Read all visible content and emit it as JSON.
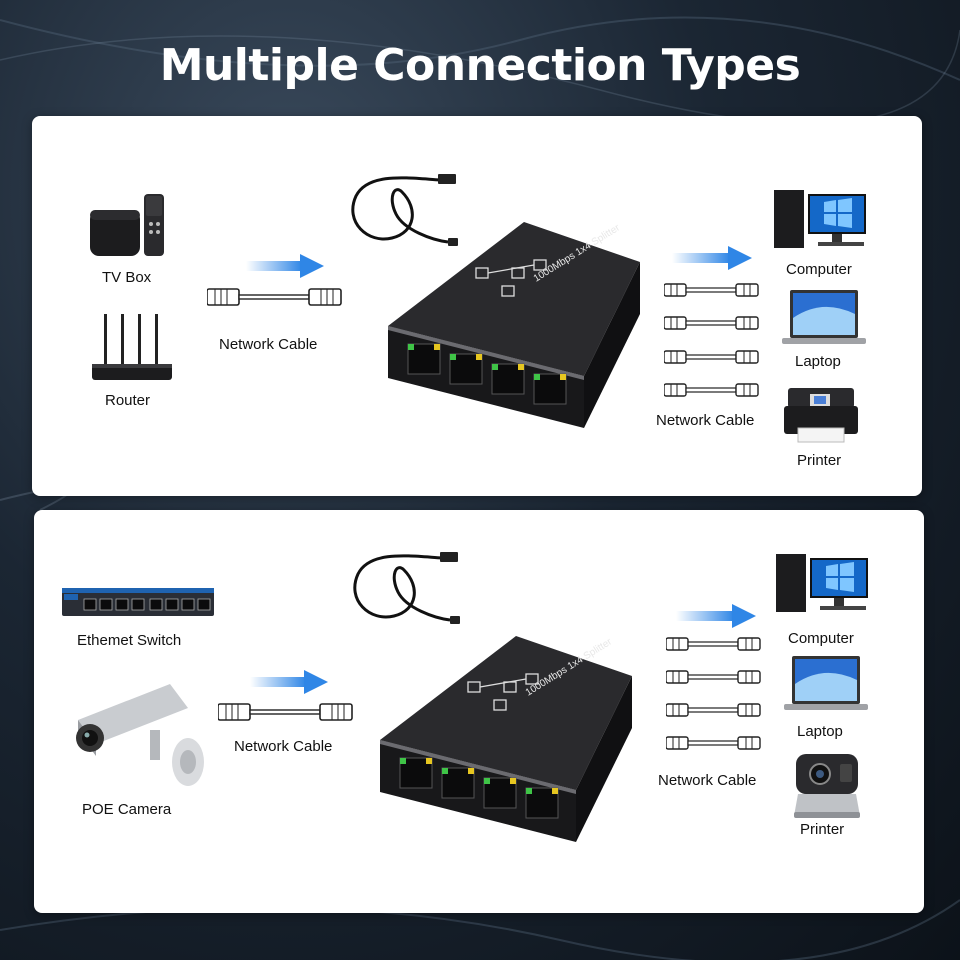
{
  "title": "Multiple Connection Types",
  "colors": {
    "arrow": "#2f86e6",
    "device_body": "#1e1e20",
    "port_green": "#3fc447",
    "port_yellow": "#e6c620",
    "panel": "#ffffff"
  },
  "splitter_label": "1000Mbps 1x4 Splitter",
  "panel1": {
    "left_devices": [
      {
        "label": "TV Box",
        "icon": "tv-box-icon"
      },
      {
        "label": "Router",
        "icon": "router-icon"
      }
    ],
    "input_cable_label": "Network Cable",
    "output_cable_label": "Network Cable",
    "right_devices": [
      {
        "label": "Computer",
        "icon": "computer-icon"
      },
      {
        "label": "Laptop",
        "icon": "laptop-icon"
      },
      {
        "label": "Printer",
        "icon": "printer-icon"
      }
    ]
  },
  "panel2": {
    "left_devices": [
      {
        "label": "Ethemet Switch",
        "icon": "ethernet-switch-icon"
      },
      {
        "label": "POE Camera",
        "icon": "poe-camera-icon"
      }
    ],
    "input_cable_label": "Network Cable",
    "output_cable_label": "Network Cable",
    "right_devices": [
      {
        "label": "Computer",
        "icon": "computer-icon"
      },
      {
        "label": "Laptop",
        "icon": "laptop-icon"
      },
      {
        "label": "Printer",
        "icon": "projector-icon"
      }
    ]
  }
}
